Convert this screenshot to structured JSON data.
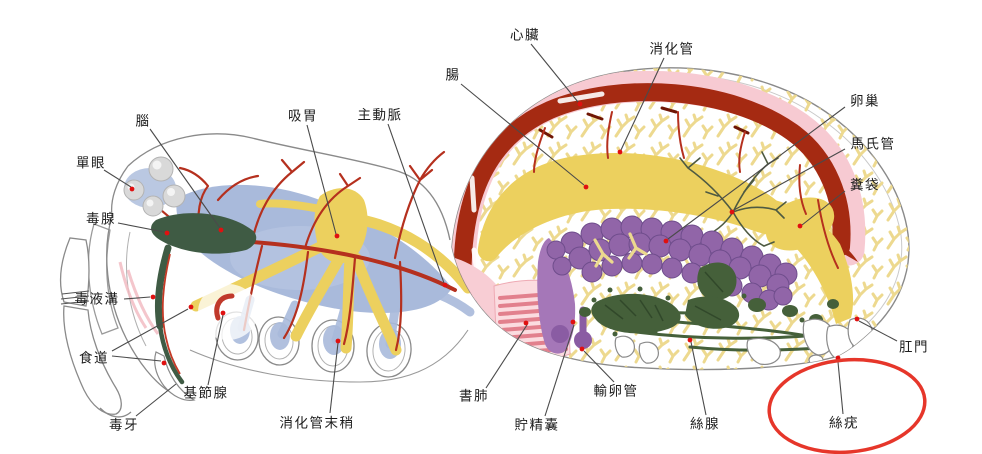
{
  "labels": [
    {
      "id": "heart",
      "text": "心臟"
    },
    {
      "id": "digestive-tract",
      "text": "消化管"
    },
    {
      "id": "intestine",
      "text": "腸"
    },
    {
      "id": "aorta",
      "text": "主動脈"
    },
    {
      "id": "sucking-stomach",
      "text": "吸胃"
    },
    {
      "id": "brain",
      "text": "腦"
    },
    {
      "id": "simple-eye",
      "text": "單眼"
    },
    {
      "id": "venom-gland",
      "text": "毒腺"
    },
    {
      "id": "venom-groove",
      "text": "毒液溝"
    },
    {
      "id": "esophagus",
      "text": "食道"
    },
    {
      "id": "venom-fang",
      "text": "毒牙"
    },
    {
      "id": "coxal-gland",
      "text": "基節腺"
    },
    {
      "id": "digestive-tract-terminal",
      "text": "消化管末稍"
    },
    {
      "id": "book-lung",
      "text": "書肺"
    },
    {
      "id": "seminal-receptacle",
      "text": "貯精囊"
    },
    {
      "id": "oviduct",
      "text": "輸卵管"
    },
    {
      "id": "silk-gland",
      "text": "絲腺"
    },
    {
      "id": "spinneret",
      "text": "絲疣"
    },
    {
      "id": "anus",
      "text": "肛門"
    },
    {
      "id": "stercoral-pocket",
      "text": "糞袋"
    },
    {
      "id": "malpighian-tubule",
      "text": "馬氏管"
    },
    {
      "id": "ovary",
      "text": "卵巢"
    }
  ],
  "annotation": {
    "shape": "ellipse",
    "color": "#e6362a",
    "highlighted_label": "絲疣"
  },
  "colors": {
    "heart_red": "#a52a12",
    "pericardium_pink": "#f7cad2",
    "digestive_yellow": "#ecd05e",
    "branch_yellow": "#edd98f",
    "ovary_purple": "#9165a8",
    "gland_green": "#45603a",
    "nerve_blue": "#a9badb",
    "vessel_red": "#b5301e",
    "outline_grey": "#8a8a8a",
    "leader_dot_red": "#e01010"
  }
}
